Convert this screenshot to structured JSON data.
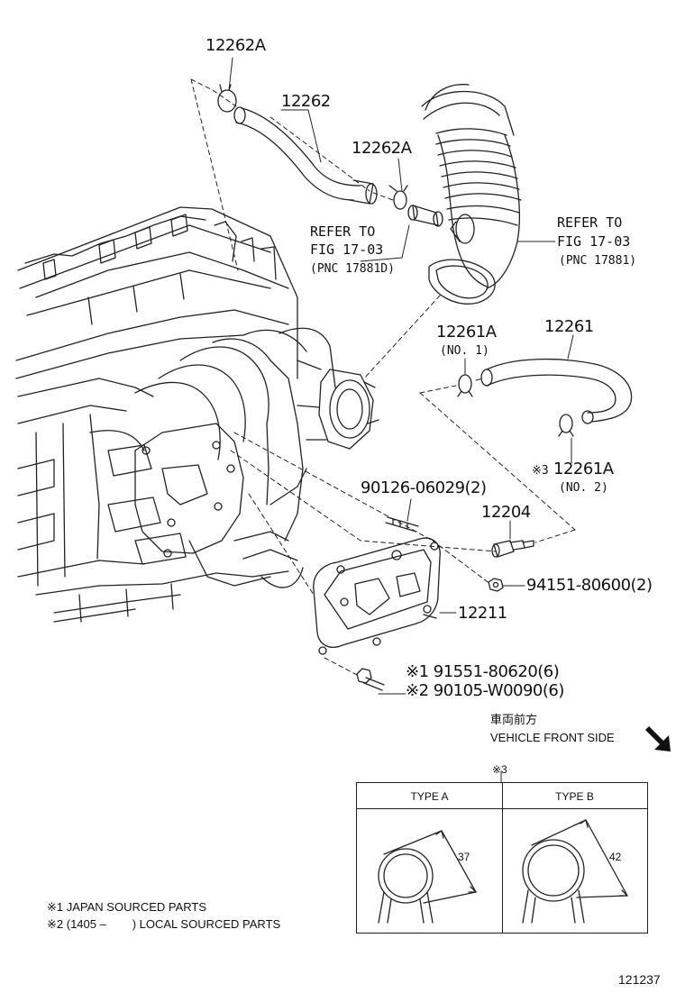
{
  "parts": {
    "p12262A_top": "12262A",
    "p12262": "12262",
    "p12262A_mid": "12262A",
    "refer1_line1": "REFER TO",
    "refer1_line2": "FIG 17-03",
    "refer1_pnc": "(PNC 17881D)",
    "refer2_line1": "REFER TO",
    "refer2_line2": "FIG 17-03",
    "refer2_pnc": "(PNC 17881)",
    "p12261A_1": "12261A",
    "p12261A_1_note": "(NO. 1)",
    "p12261": "12261",
    "p12261A_2_mark": "※3",
    "p12261A_2": "12261A",
    "p12261A_2_note": "(NO. 2)",
    "stud": "90126-06029(2)",
    "p12204": "12204",
    "nut": "94151-80600(2)",
    "p12211": "12211",
    "bolt1": "※1 91551-80620(6)",
    "bolt2": "※2 90105-W0090(6)"
  },
  "direction": {
    "label_jp": "車両前方",
    "label_en": "VEHICLE FRONT SIDE",
    "icon": "arrow-down-right-icon"
  },
  "table": {
    "mark": "※3",
    "type_a": "TYPE A",
    "type_b": "TYPE B",
    "dim_a": "37",
    "dim_b": "42"
  },
  "notes": {
    "n1": "※1 JAPAN SOURCED PARTS",
    "n2": "※2 (1405 –        ) LOCAL SOURCED PARTS"
  },
  "figure_number": "121237"
}
